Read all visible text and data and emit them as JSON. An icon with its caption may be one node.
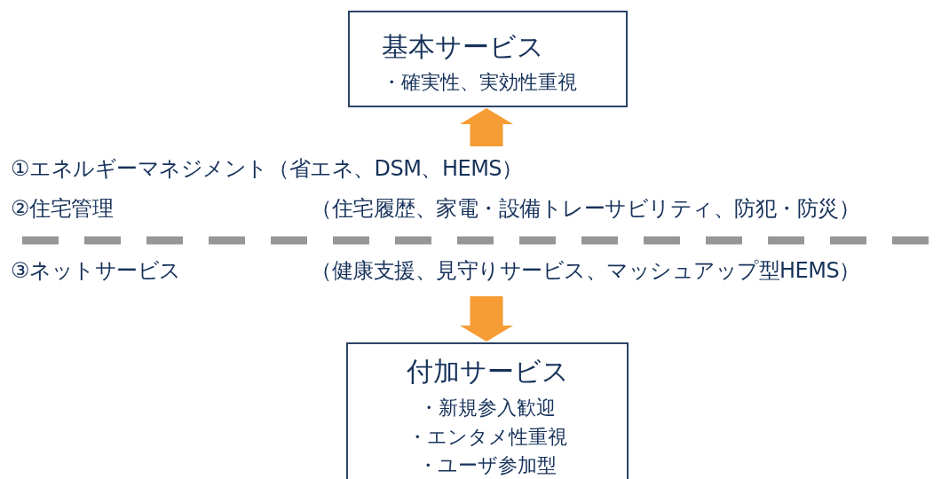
{
  "diagram": {
    "nodes": [
      {
        "text": [
          "基本サービス",
          "・確実性、実効性重視"
        ]
      },
      {
        "text": [
          "付加サービス",
          "・新規参入歓迎",
          "・エンタメ性重視",
          "・ユーザ参加型"
        ]
      }
    ],
    "edges": [
      {
        "from": null,
        "to": 0,
        "arrow": "to"
      },
      {
        "from": null,
        "to": 1,
        "arrow": "to"
      }
    ],
    "labels": [
      "①エネルギーマネジメント",
      "（省エネ、DSM、HEMS）",
      "②住宅管理",
      "（住宅履歴、家電・設備トレーサビリティ、防犯・防災）",
      "③ネットサービス",
      "（健康支援、見守りサービス、マッシュアップ型HEMS）"
    ]
  }
}
